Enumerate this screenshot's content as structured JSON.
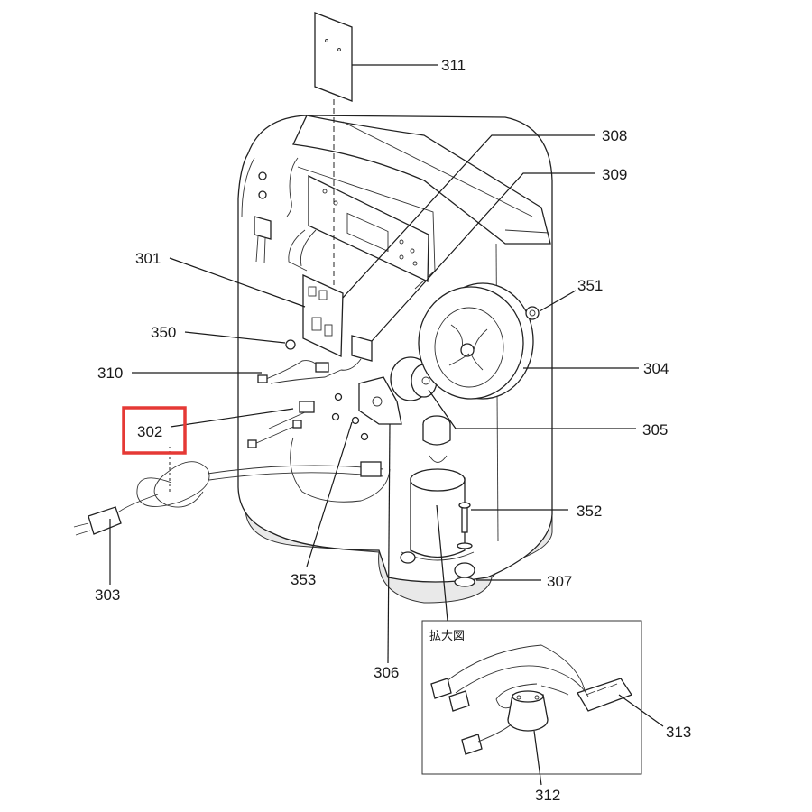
{
  "diagram": {
    "inset_title": "拡大図",
    "highlight_color": "#e53935",
    "highlighted_part": "302",
    "labels": {
      "p301": "301",
      "p302": "302",
      "p303": "303",
      "p304": "304",
      "p305": "305",
      "p306": "306",
      "p307": "307",
      "p308": "308",
      "p309": "309",
      "p310": "310",
      "p311": "311",
      "p312": "312",
      "p313": "313",
      "p350": "350",
      "p351": "351",
      "p352": "352",
      "p353": "353"
    }
  }
}
